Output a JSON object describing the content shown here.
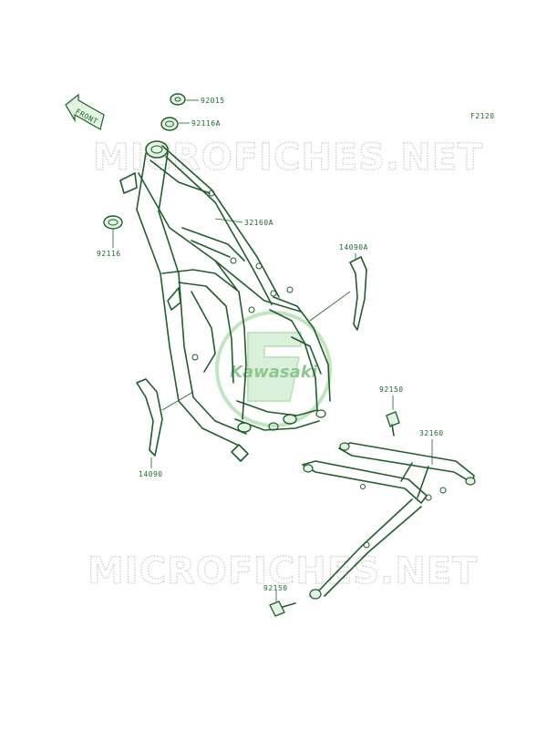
{
  "page": {
    "code": "F2120"
  },
  "watermarks": [
    "MICROFICHES.NET",
    "MICROFICHES.NET"
  ],
  "logo": {
    "text": "Kawasaki",
    "color": "#2f9a3a"
  },
  "arrow": {
    "label": "FRONT",
    "icon": "front-arrow-icon"
  },
  "parts": [
    {
      "number": "92015",
      "name": "nut"
    },
    {
      "number": "92116A",
      "name": "seal"
    },
    {
      "number": "92116",
      "name": "seal"
    },
    {
      "number": "32160A",
      "name": "frame"
    },
    {
      "number": "14090A",
      "name": "cover-right"
    },
    {
      "number": "14090",
      "name": "cover-left"
    },
    {
      "number": "92150",
      "name": "bolt"
    },
    {
      "number": "32160",
      "name": "subframe"
    },
    {
      "number": "92150",
      "name": "bolt"
    }
  ],
  "colors": {
    "line": "#1f5e2a",
    "fill": "#e3f4e3",
    "label": "#1e6b2a",
    "watermark": "#c9c9c9"
  }
}
